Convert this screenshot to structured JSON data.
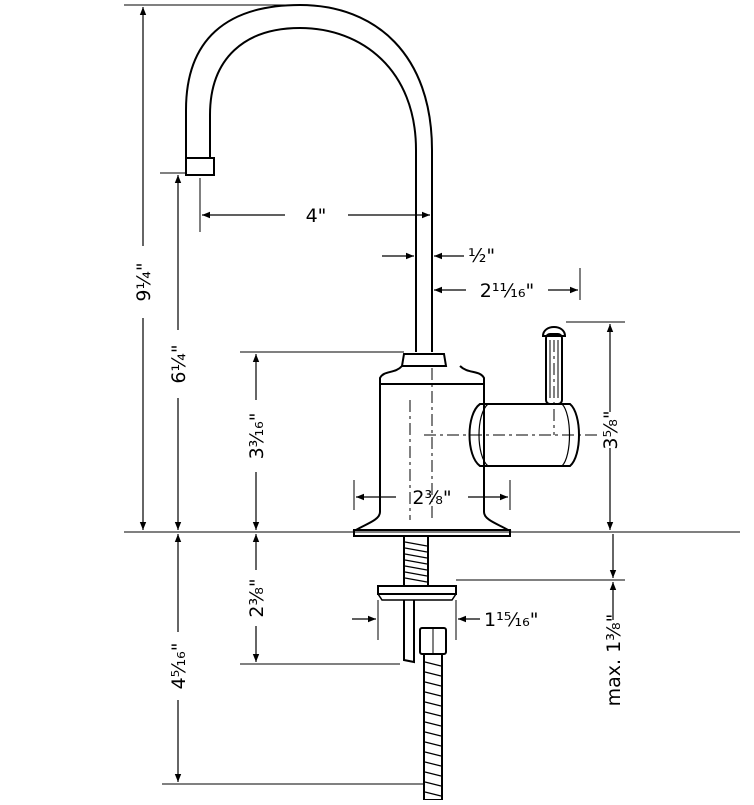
{
  "dimensions": {
    "overall_height": "9¼\"",
    "spout_height": "6¼\"",
    "body_height": "3³⁄₁₆\"",
    "under_counter": "4⁵⁄₁₆\"",
    "shank_length": "2³⁄₈\"",
    "spout_reach": "4\"",
    "spout_diameter": "½\"",
    "handle_offset": "2¹¹⁄₁₆\"",
    "base_diameter": "2³⁄₈\"",
    "handle_height": "3⁵⁄₈\"",
    "hole_diameter": "1¹⁵⁄₁₆\"",
    "max_counter": "max. 1³⁄₈\""
  }
}
